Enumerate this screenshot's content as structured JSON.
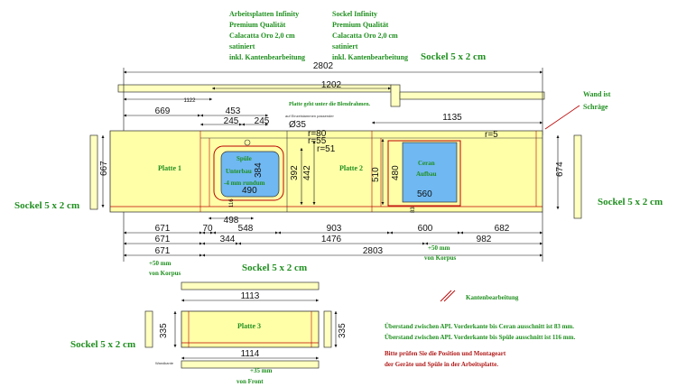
{
  "notes": {
    "apl_title": [
      "Arbeitsplatten Infinity",
      "Premium Qualität",
      "Calacatta Oro 2,0 cm",
      "satiniert",
      "inkl. Kantenbearbeitung"
    ],
    "sockel_title": [
      "Sockel Infinity",
      "Premium Qualität",
      "Calacatta Oro 2,0 cm",
      "satiniert",
      "inkl. Kantenbearbeitung"
    ],
    "wall": [
      "Wand ist",
      "Schräge"
    ],
    "edge_legend": "Kantenbearbeitung",
    "overhang_ceran": "Überstand zwischen APL Vorderkante bis Ceran ausschnitt ist 83 mm.",
    "overhang_spuele": "Überstand zwischen APL Vorderkante bis Spüle ausschnitt ist 116 mm.",
    "check": [
      "Bitte prüfen Sie die Position und Montageart",
      "der Geräte und Spüle in der Arbeitsplatte."
    ],
    "blend": "Platte geht unter die Blendrahmen.",
    "measure_note": "auf Einzelstammen passender",
    "wandkante": "Wandkante"
  },
  "sockel_labels": {
    "top": "Sockel 5 x 2 cm",
    "left": "Sockel 5 x 2 cm",
    "right": "Sockel 5 x 2 cm",
    "middle": "Sockel 5 x 2 cm",
    "bottom_left": "Sockel 5 x 2 cm"
  },
  "plates": {
    "p1": "Platte 1",
    "p2": "Platte 2",
    "p3": "Platte 3",
    "spuele": [
      "Spüle",
      "Unterbau",
      "-4 mm rundum"
    ],
    "ceran": [
      "Ceran",
      "Aufbau"
    ]
  },
  "corner_notes": {
    "plus50_left": [
      "+50 mm",
      "von Korpus"
    ],
    "plus50_right": [
      "+50 mm",
      "von Korpus"
    ],
    "plus35": [
      "+35 mm",
      "von Front"
    ]
  },
  "dims": {
    "d2802": "2802",
    "d1202": "1202",
    "d1122": "1122",
    "d669": "669",
    "d453": "453",
    "d245a": "245",
    "d245b": "245",
    "d1135": "1135",
    "d35": "Ø35",
    "r80": "r=80",
    "r55": "r=55",
    "r51": "r=51",
    "r5": "r=5",
    "d667": "667",
    "d674": "674",
    "d384": "384",
    "d490": "490",
    "d392": "392",
    "d442": "442",
    "d510": "510",
    "d480": "480",
    "d560": "560",
    "d116": "116",
    "d83": "83",
    "d498": "498",
    "d671a": "671",
    "d70": "70",
    "d548": "548",
    "d903": "903",
    "d600": "600",
    "d682": "682",
    "d671b": "671",
    "d344": "344",
    "d1476": "1476",
    "d982": "982",
    "d671c": "671",
    "d2803": "2803",
    "d1113": "1113",
    "d335a": "335",
    "d335b": "335",
    "d1114": "1114"
  }
}
